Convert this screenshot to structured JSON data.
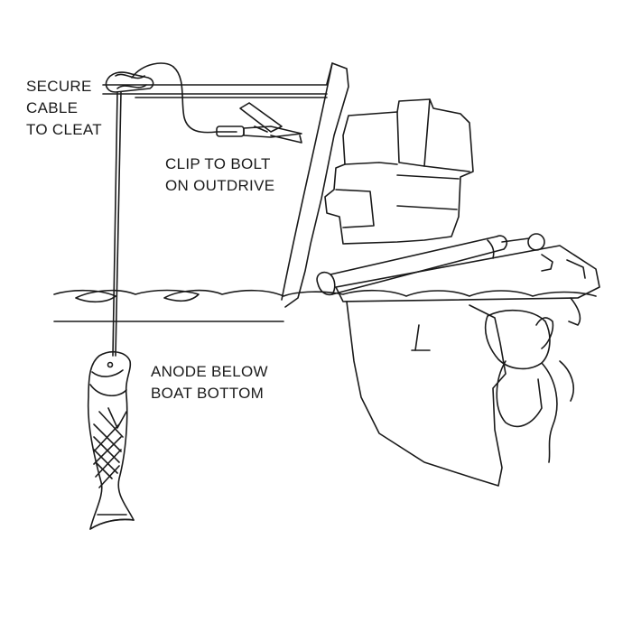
{
  "labels": {
    "cleat": [
      "SECURE",
      "CABLE",
      "TO CLEAT"
    ],
    "clip": [
      "CLIP TO BOLT",
      "ON OUTDRIVE"
    ],
    "anode": [
      "ANODE BELOW",
      "BOAT BOTTOM"
    ]
  },
  "colors": {
    "ink": "#1a1a1a",
    "background": "#ffffff"
  },
  "icons": [
    "cleat-icon",
    "alligator-clip-icon",
    "fish-anode-icon",
    "outdrive-icon",
    "propeller-icon",
    "water-surface-icon"
  ]
}
